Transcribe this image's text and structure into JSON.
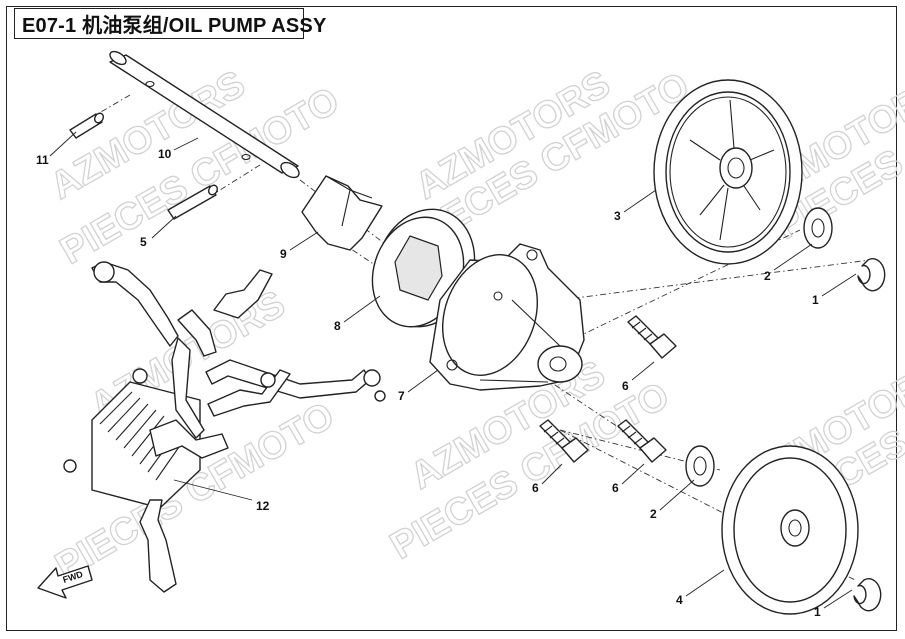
{
  "title": "E07-1 机油泵组/OIL PUMP ASSY",
  "watermarks": [
    "AZMOTORS",
    "PIECES CFMOTO"
  ],
  "fwd_label": "FWD",
  "callouts": {
    "c11": "11",
    "c10": "10",
    "c5": "5",
    "c9": "9",
    "c8": "8",
    "c7": "7",
    "c12": "12",
    "c3": "3",
    "c2a": "2",
    "c1a": "1",
    "c6a": "6",
    "c6b": "6",
    "c6c": "6",
    "c2b": "2",
    "c4": "4",
    "c1b": "1"
  }
}
